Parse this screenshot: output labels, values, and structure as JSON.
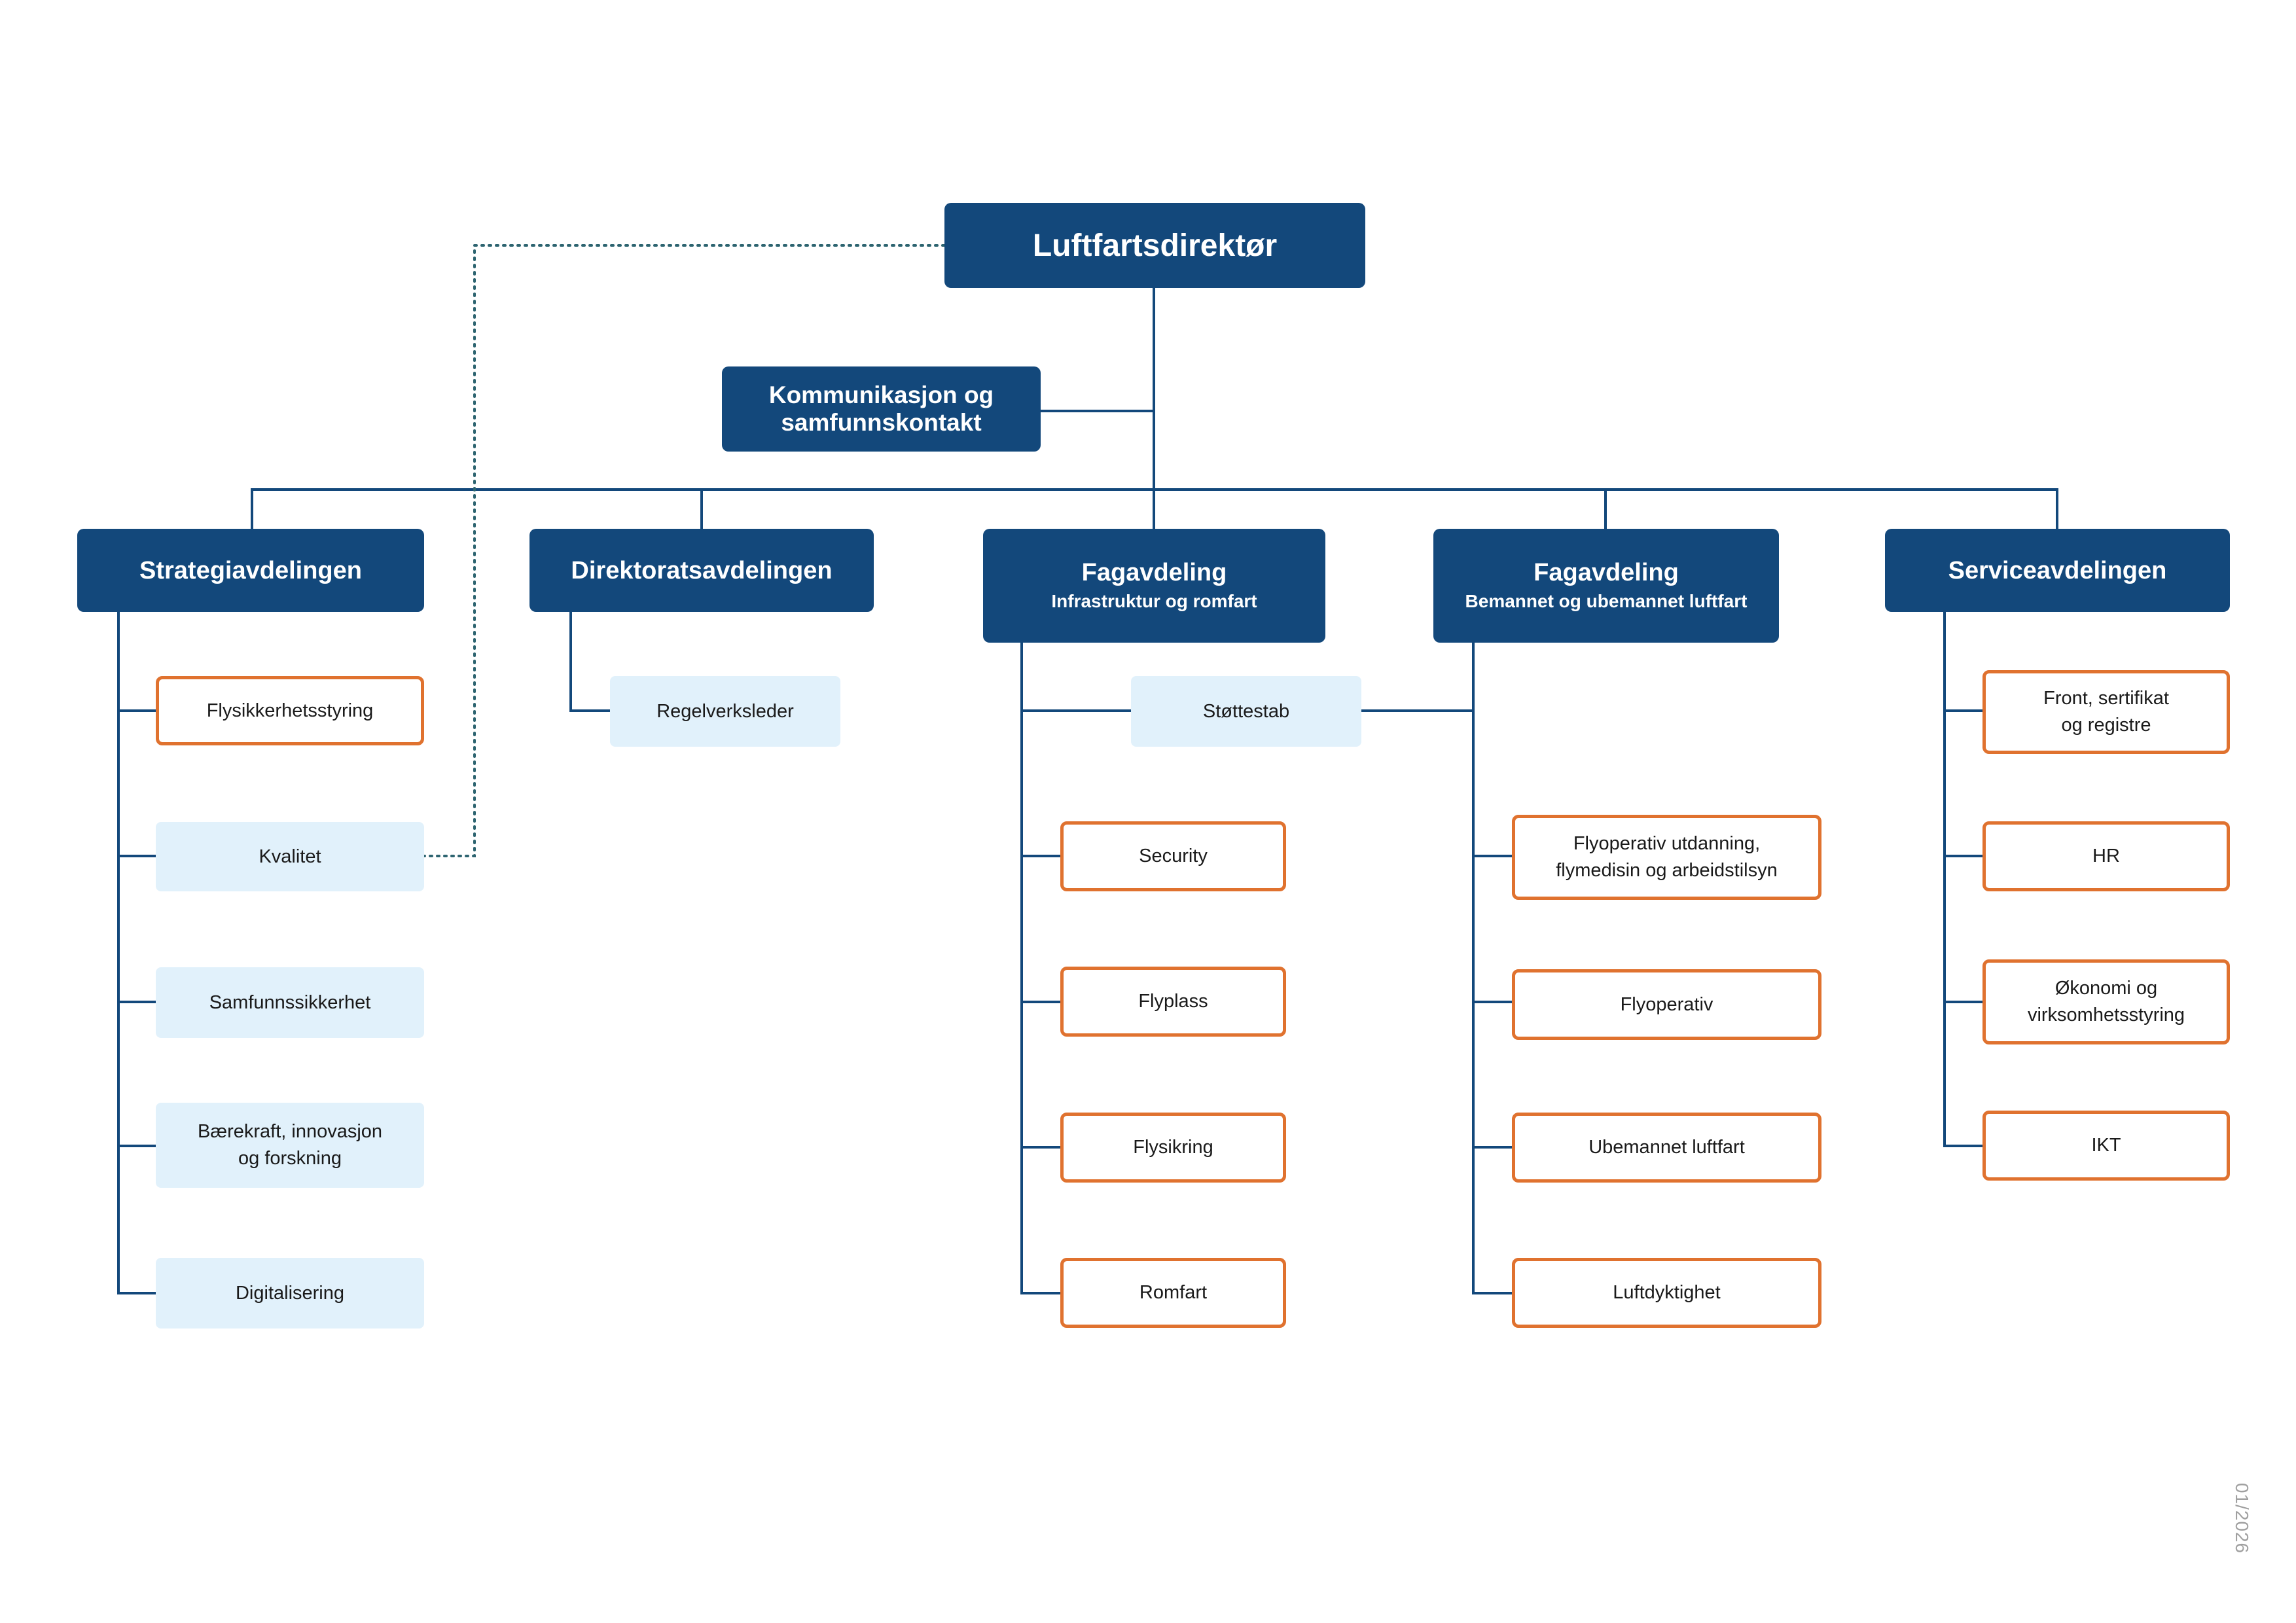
{
  "colors": {
    "dark_box": "#13487b",
    "light_box": "#e1f1fb",
    "orange_border": "#e0722f",
    "line": "#13487b",
    "dotted_line": "#2d6470",
    "date_text": "#a0a0a0"
  },
  "director": {
    "title": "Luftfartsdirektør"
  },
  "communication": {
    "lines": "Kommunikasjon og\nsamfunnskontakt"
  },
  "departments": {
    "strategi": {
      "title": "Strategiavdelingen",
      "units": [
        "Flysikkerhetsstyring",
        "Kvalitet",
        "Samfunnssikkerhet",
        "Bærekraft, innovasjon\nog forskning",
        "Digitalisering"
      ]
    },
    "direktorat": {
      "title": "Direktoratsavdelingen",
      "units": [
        "Regelverksleder"
      ]
    },
    "fag_infra": {
      "title": "Fagavdeling",
      "subtitle": "Infrastruktur og romfart",
      "units": [
        "Security",
        "Flyplass",
        "Flysikring",
        "Romfart"
      ]
    },
    "shared_staff": "Støttestab",
    "fag_luftfart": {
      "title": "Fagavdeling",
      "subtitle": "Bemannet og ubemannet luftfart",
      "units": [
        "Flyoperativ utdanning,\nflymedisin og arbeidstilsyn",
        "Flyoperativ",
        "Ubemannet luftfart",
        "Luftdyktighet"
      ]
    },
    "service": {
      "title": "Serviceavdelingen",
      "units": [
        "Front, sertifikat\nog registre",
        "HR",
        "Økonomi og\nvirksomhetsstyring",
        "IKT"
      ]
    }
  },
  "date_label": "01/2026"
}
